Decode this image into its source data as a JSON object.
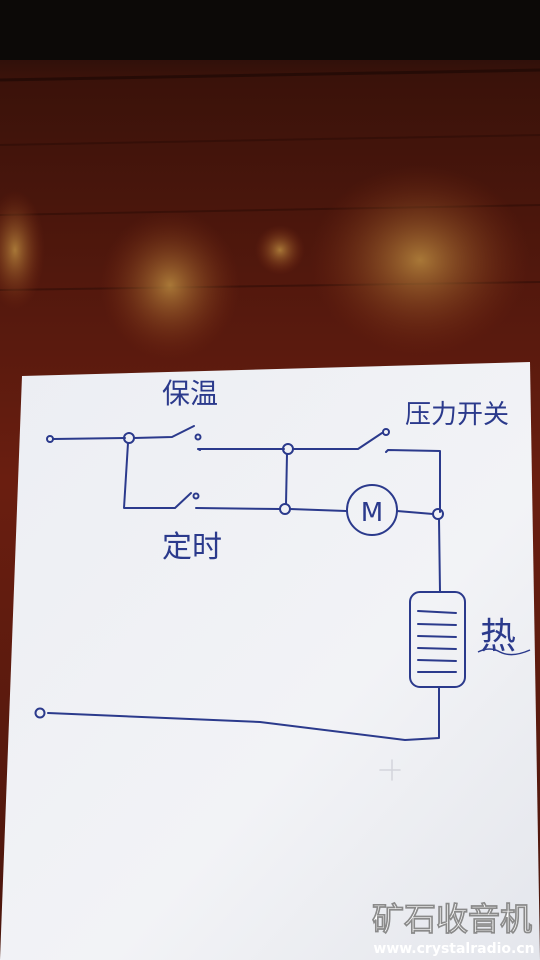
{
  "labels": {
    "keep_warm": "保温",
    "pressure_switch": "压力开关",
    "timer": "定时",
    "motor": "M",
    "heater": "热"
  },
  "watermark": {
    "title": "矿石收音机",
    "url": "www.crystalradio.cn"
  },
  "colors": {
    "ink": "#2b3a8c",
    "paper": "#eef0f4",
    "table": "#5a1a0e",
    "watermark": "#ffffff"
  }
}
